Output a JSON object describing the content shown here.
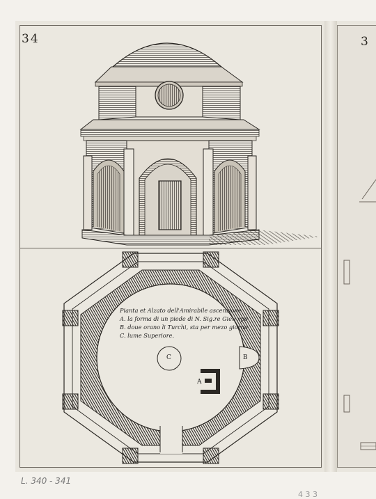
{
  "page": {
    "left_plate_number": "34",
    "right_plate_number": "3",
    "caption": {
      "title": "Pianta et Alzato dell'Amirabile ascenzione",
      "line_a": "A. la forma di un piede di N. Sig.re Gieu xpo",
      "line_b": "B. doue orano li Turchi, sta per mezo giorno",
      "line_c": "C. lume Superiore."
    },
    "plan_labels": {
      "c": "C",
      "b": "B",
      "a": "A"
    },
    "pencil_note": "L. 340 - 341",
    "corner_note": "4 3 3"
  }
}
